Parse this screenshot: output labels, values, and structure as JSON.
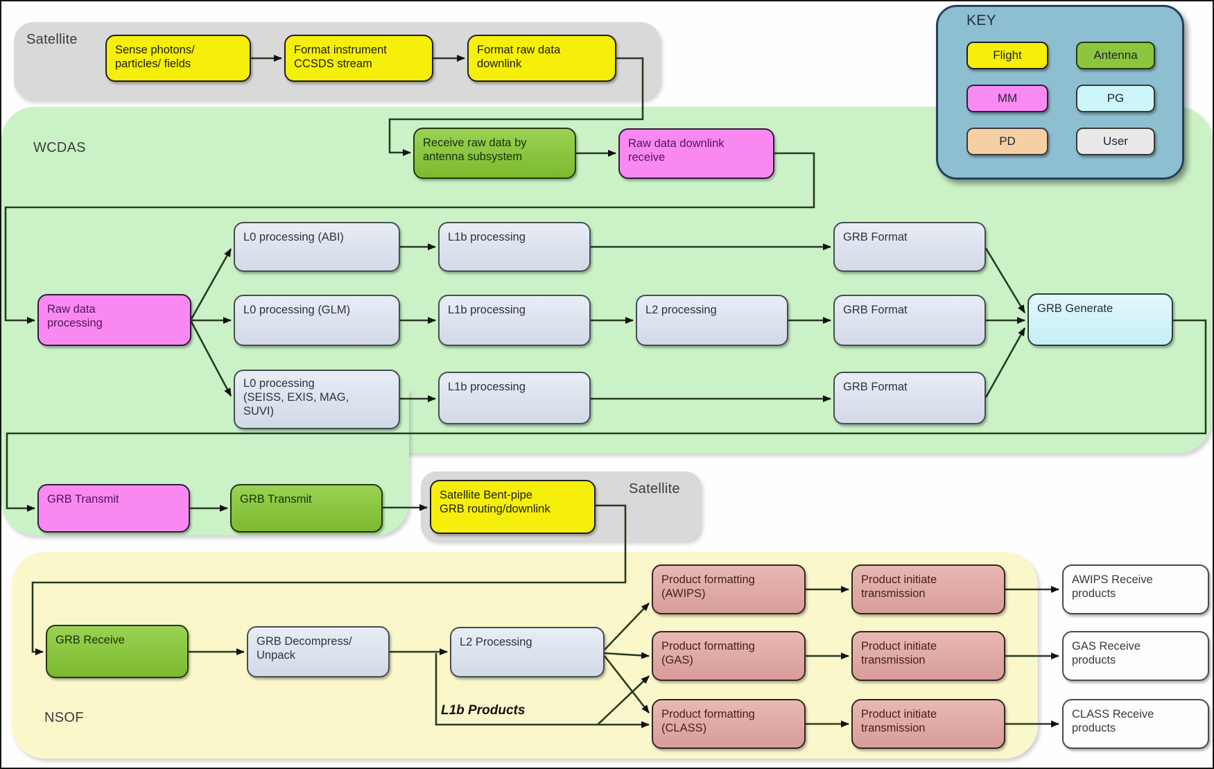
{
  "sections": {
    "satellite_top": {
      "label": "Satellite"
    },
    "wcdas": {
      "label": "WCDAS"
    },
    "satellite_mid": {
      "label": "Satellite"
    },
    "nsof": {
      "label": "NSOF"
    },
    "key": {
      "title": "KEY",
      "items": [
        {
          "label": "Flight",
          "color": "#F6EE0B"
        },
        {
          "label": "Antenna",
          "color": "#8CC63E"
        },
        {
          "label": "MM",
          "color": "#F98AF2"
        },
        {
          "label": "PG",
          "color": "#CDF6FB"
        },
        {
          "label": "PD",
          "color": "#F6CFA5"
        },
        {
          "label": "User",
          "color": "#E9E9E9"
        }
      ]
    }
  },
  "nodes": {
    "sense": {
      "label": "Sense photons/\nparticles/ fields",
      "category": "flight"
    },
    "format_ccsds": {
      "label": "Format instrument\nCCSDS stream",
      "category": "flight"
    },
    "format_downlink": {
      "label": "Format raw data\ndownlink",
      "category": "flight"
    },
    "receive_raw": {
      "label": "Receive raw data by\nantenna subsystem",
      "category": "antenna"
    },
    "raw_dl_receive": {
      "label": "Raw data downlink\nreceive",
      "category": "mm"
    },
    "raw_processing": {
      "label": "Raw data\nprocessing",
      "category": "mm"
    },
    "l0_abi": {
      "label": "L0 processing (ABI)",
      "category": "process"
    },
    "l1b_abi": {
      "label": "L1b processing",
      "category": "process"
    },
    "grb_format_abi": {
      "label": "GRB Format",
      "category": "process"
    },
    "l0_glm": {
      "label": "L0 processing (GLM)",
      "category": "process"
    },
    "l1b_glm": {
      "label": "L1b processing",
      "category": "process"
    },
    "l2_glm": {
      "label": "L2 processing",
      "category": "process"
    },
    "grb_format_glm": {
      "label": "GRB Format",
      "category": "process"
    },
    "grb_generate": {
      "label": "GRB Generate",
      "category": "pg"
    },
    "l0_seiss": {
      "label": "L0 processing\n(SEISS, EXIS, MAG,\nSUVI)",
      "category": "process"
    },
    "l1b_seiss": {
      "label": "L1b processing",
      "category": "process"
    },
    "grb_format_seiss": {
      "label": "GRB Format",
      "category": "process"
    },
    "grb_transmit_mm": {
      "label": "GRB Transmit",
      "category": "mm"
    },
    "grb_transmit_ant": {
      "label": "GRB Transmit",
      "category": "antenna"
    },
    "bentpipe": {
      "label": "Satellite Bent-pipe\nGRB routing/downlink",
      "category": "flight"
    },
    "grb_receive": {
      "label": "GRB Receive",
      "category": "antenna"
    },
    "grb_decompress": {
      "label": "GRB Decompress/\nUnpack",
      "category": "process"
    },
    "l2_nsof": {
      "label": "L2 Processing",
      "category": "process"
    },
    "pf_awips": {
      "label": "Product formatting\n(AWIPS)",
      "category": "pd"
    },
    "pf_gas": {
      "label": "Product formatting\n(GAS)",
      "category": "pd"
    },
    "pf_class": {
      "label": "Product formatting\n(CLASS)",
      "category": "pd"
    },
    "pit_awips": {
      "label": "Product initiate\ntransmission",
      "category": "pd"
    },
    "pit_gas": {
      "label": "Product initiate\ntransmission",
      "category": "pd"
    },
    "pit_class": {
      "label": "Product initiate\ntransmission",
      "category": "pd"
    },
    "rx_awips": {
      "label": "AWIPS Receive\nproducts",
      "category": "user"
    },
    "rx_gas": {
      "label": "GAS Receive\nproducts",
      "category": "user"
    },
    "rx_class": {
      "label": "CLASS Receive\nproducts",
      "category": "user"
    }
  },
  "annotations": {
    "l1b_products": "L1b Products"
  },
  "colors": {
    "section_satellite": "#D9D9D9",
    "section_wcdas": "#CBF2C6",
    "section_nsof": "#FAF7CB",
    "key_background": "#8DBFD0",
    "connector": "#283B22"
  }
}
